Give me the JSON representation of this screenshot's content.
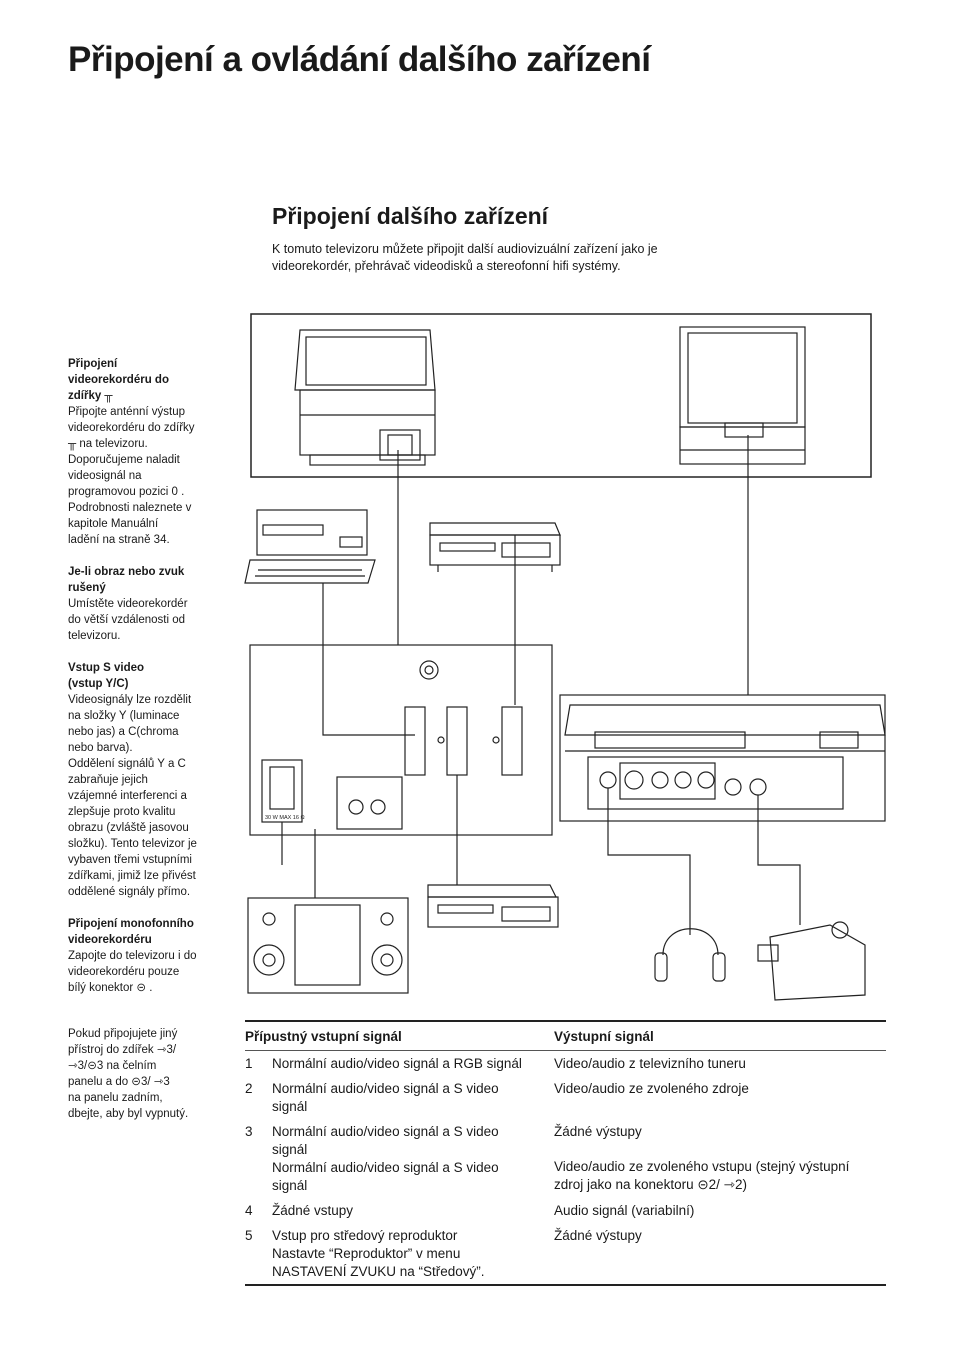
{
  "page_title": "Připojení a ovládání dalšího zařízení",
  "section_title": "Připojení dalšího zařízení",
  "intro": "K tomuto televizoru můžete připojit další audiovizuální zařízení jako je videorekordér, přehrávač videodisků a stereofonní hifi systémy.",
  "sidebar": [
    {
      "title": "Připojení\nvideorekordéru do\nzdířky ╥",
      "text": "Připojte anténní výstup\nvideorekordéru do zdířky\n╥ na televizoru.\nDoporučujeme naladit\nvideosignál na\nprogramovou pozici  0 .\nPodrobnosti naleznete v\nkapitole  Manuální\nladění  na straně 34."
    },
    {
      "title": "Je-li obraz nebo zvuk\nrušený",
      "text": "Umístěte videorekordér\ndo větší vzdálenosti od\ntelevizoru."
    },
    {
      "title": "Vstup S video\n(vstup Y/C)",
      "text": "Videosignály lze rozdělit\nna složky Y (luminace\nnebo jas) a C(chroma\nnebo barva).\nOddělení signálů Y a C\nzabraňuje jejich\nvzájemné interferenci a\nzlepšuje proto kvalitu\nobrazu (zvláště jasovou\nsložku). Tento televizor je\nvybaven třemi vstupními\nzdířkami, jimiž lze přivést\noddělené signály přímo."
    },
    {
      "title": "Připojení monofonního\nvideorekordéru",
      "text": "Zapojte do televizoru i do\nvideorekordéru pouze\nbílý konektor  ⊝ ."
    },
    {
      "title": "",
      "text": "Pokud připojujete jiný\npřístroj do zdířek ⇾3/\n⇾3/⊝3 na čelním\npanelu a do ⊝3/ ⇾3\nna panelu zadním,\ndbejte, aby byl vypnutý."
    }
  ],
  "diagram": {
    "panel_label": "30 W MAX 16 Ω"
  },
  "table": {
    "headers": [
      "Přípustný vstupní signál",
      "Výstupní signál"
    ],
    "rows": [
      {
        "num": "1",
        "in": [
          "Normální audio/video signál a RGB signál"
        ],
        "out": [
          "Video/audio z televizního tuneru"
        ]
      },
      {
        "num": "2",
        "in": [
          "Normální audio/video signál a S video",
          "signál"
        ],
        "out": [
          "Video/audio ze zvoleného zdroje"
        ]
      },
      {
        "num": "3",
        "in": [
          "Normální audio/video signál a S video",
          "signál",
          "Normální audio/video signál a S video",
          "signál"
        ],
        "out": [
          "Žádné výstupy",
          "",
          "Video/audio ze zvoleného vstupu (stejný výstupní",
          "zdroj jako na konektoru ⊝2/ ⇾2)"
        ]
      },
      {
        "num": "4",
        "in": [
          "Žádné vstupy"
        ],
        "out": [
          "Audio signál (variabilní)"
        ]
      },
      {
        "num": "5",
        "in": [
          "Vstup pro středový reproduktor",
          "Nastavte “Reproduktor” v menu",
          "NASTAVENÍ ZVUKU na “Středový”."
        ],
        "out": [
          "Žádné výstupy"
        ]
      }
    ]
  }
}
